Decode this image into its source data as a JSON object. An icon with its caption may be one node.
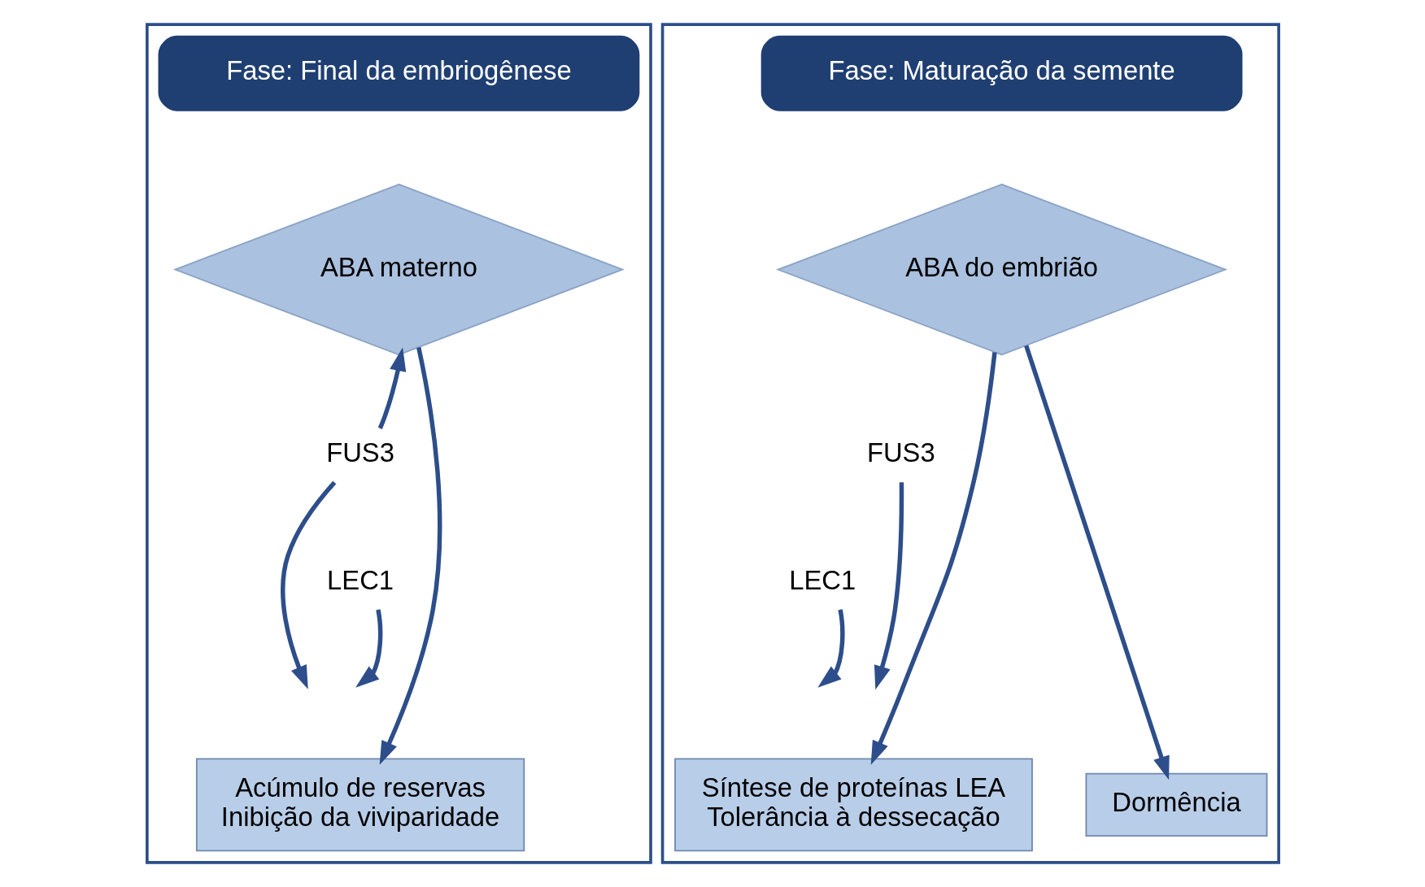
{
  "diagram": {
    "nodes": [
      {
        "text": [],
        "shape": "box"
      },
      {
        "text": [
          "Fase: Final da embriogênese"
        ],
        "in": 0
      },
      {
        "text": [
          "ABA materno"
        ],
        "in": 0
      },
      {
        "text": [
          "FUS3"
        ],
        "in": 0
      },
      {
        "text": [
          "LEC1"
        ],
        "in": 0
      },
      {
        "text": [
          "Acúmulo de reservas",
          "Inibição da viviparidade"
        ],
        "in": 0
      },
      {
        "text": [],
        "shape": "box"
      },
      {
        "text": [
          "Fase: Maturação da semente"
        ],
        "in": 6
      },
      {
        "text": [
          "ABA do embrião"
        ],
        "in": 6
      },
      {
        "text": [
          "FUS3"
        ],
        "in": 6
      },
      {
        "text": [
          "LEC1"
        ],
        "in": 6
      },
      {
        "text": [
          "Síntese de proteínas LEA",
          "Tolerância à dessecação"
        ],
        "in": 6
      },
      {
        "text": [
          "Dormência"
        ],
        "in": 6
      }
    ],
    "edges": [
      {
        "from": 2,
        "to": 5,
        "arrow": "to"
      },
      {
        "from": 3,
        "to": 2,
        "arrow": "to"
      },
      {
        "from": 3,
        "to": null,
        "arrow": "to"
      },
      {
        "from": 4,
        "to": null,
        "arrow": "to"
      },
      {
        "from": 8,
        "to": 11,
        "arrow": "to"
      },
      {
        "from": 8,
        "to": 12,
        "arrow": "to"
      },
      {
        "from": 9,
        "to": null,
        "arrow": "to"
      },
      {
        "from": 10,
        "to": null,
        "arrow": "to"
      }
    ]
  }
}
